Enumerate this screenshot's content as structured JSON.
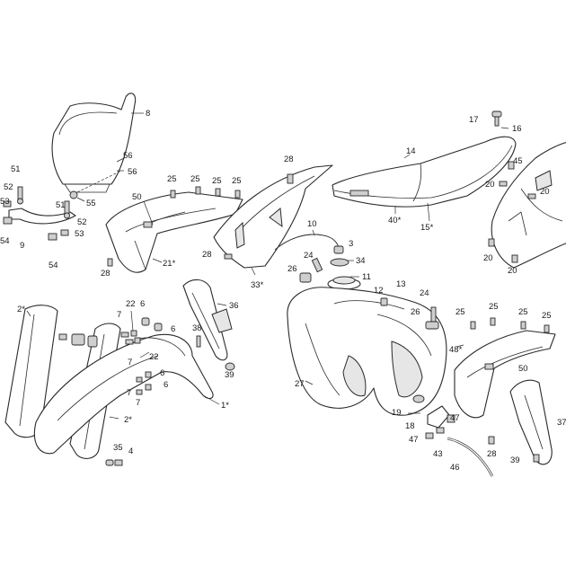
{
  "labels": {
    "l8": "8",
    "l56a": "56",
    "l56b": "56",
    "l55": "55",
    "l51a": "51",
    "l52a": "52",
    "l53a": "53",
    "l54a": "54",
    "l9": "9",
    "l54b": "54",
    "l51b": "51",
    "l52b": "52",
    "l53b": "53",
    "l25a": "25",
    "l25b": "25",
    "l25c": "25",
    "l25d": "25",
    "l50a": "50",
    "l21": "21*",
    "l28a": "28",
    "l28b": "28",
    "l28c": "28",
    "l33": "33*",
    "l10": "10",
    "l3": "3",
    "l34": "34",
    "l11": "11",
    "l24a": "24",
    "l26a": "26",
    "l14": "14",
    "l40": "40*",
    "l15": "15*",
    "l17": "17",
    "l16": "16",
    "l45": "45",
    "l20a": "20",
    "l20b": "20",
    "l20c": "20",
    "l20d": "20",
    "l12": "12",
    "l13": "13",
    "l24b": "24",
    "l26b": "26",
    "l25e": "25",
    "l25f": "25",
    "l25g": "25",
    "l25h": "25",
    "l48": "48*",
    "l50b": "50",
    "l2a": "2*",
    "l2b": "2*",
    "l22a": "22",
    "l6a": "6",
    "l6b": "6",
    "l7a": "7",
    "l7b": "7",
    "l22b": "22",
    "l6c": "6",
    "l6d": "6",
    "l7c": "7",
    "l7d": "7",
    "l36": "36",
    "l38": "38",
    "l39a": "39",
    "l1": "1*",
    "l35": "35",
    "l4": "4",
    "l27": "27",
    "l19": "19",
    "l18": "18",
    "l47a": "47",
    "l47b": "47",
    "l43": "43",
    "l46": "46",
    "l28d": "28",
    "l39b": "39",
    "l37": "37"
  }
}
